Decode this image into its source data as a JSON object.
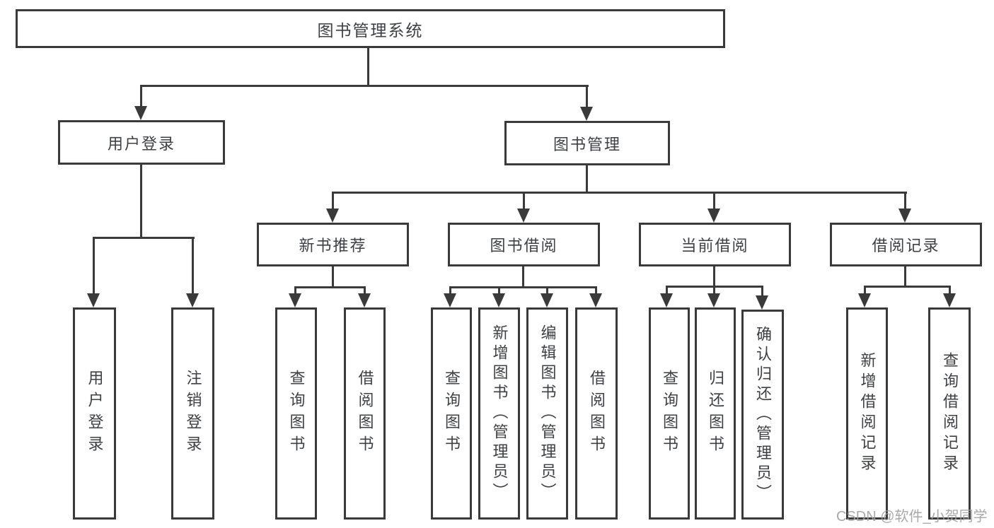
{
  "tree": {
    "root": "图书管理系统",
    "level2": [
      "用户登录",
      "图书管理"
    ],
    "level3": [
      "新书推荐",
      "图书借阅",
      "当前借阅",
      "借阅记录"
    ],
    "leaves": {
      "user_login": [
        "用户登录",
        "注销登录"
      ],
      "new_book": [
        "查询图书",
        "借阅图书"
      ],
      "book_borrow": [
        "查询图书",
        "新增图书（管理员）",
        "编辑图书（管理员）",
        "借阅图书"
      ],
      "current_borrow": [
        "查询图书",
        "归还图书",
        "确认归还（管理员）"
      ],
      "borrow_record": [
        "新增借阅记录",
        "查询借阅记录"
      ]
    }
  },
  "watermark": "CSDN @软件_小贺同学",
  "colors": {
    "line": "#3a3a3a",
    "text": "#3f4046",
    "watermark": "#a0a0a0",
    "background": "#ffffff"
  }
}
